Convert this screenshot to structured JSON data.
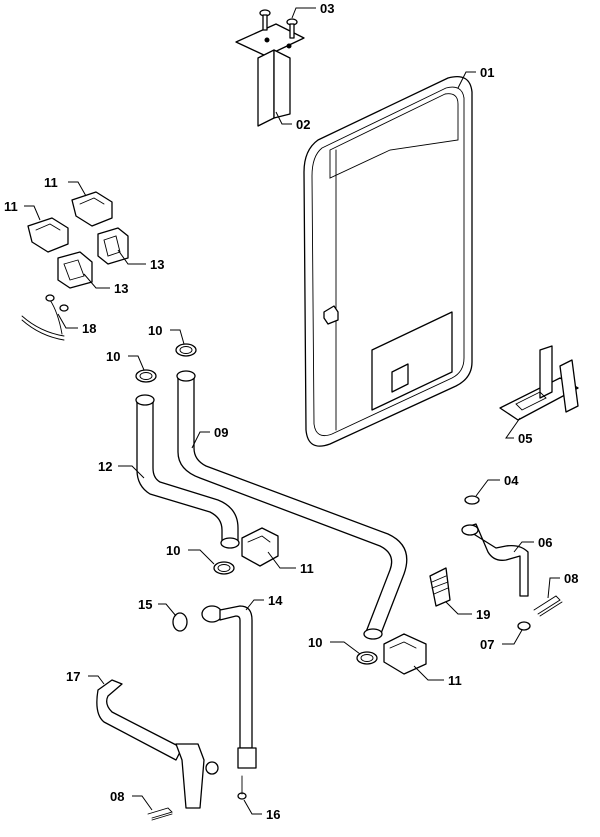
{
  "labels": {
    "l01": "01",
    "l02": "02",
    "l03": "03",
    "l04": "04",
    "l05": "05",
    "l06": "06",
    "l07": "07",
    "l08a": "08",
    "l08b": "08",
    "l09": "09",
    "l10a": "10",
    "l10b": "10",
    "l10c": "10",
    "l10d": "10",
    "l11a": "11",
    "l11b": "11",
    "l11c": "11",
    "l11d": "11",
    "l12": "12",
    "l13a": "13",
    "l13b": "13",
    "l14": "14",
    "l15": "15",
    "l16": "16",
    "l17": "17",
    "l18": "18",
    "l19": "19"
  }
}
